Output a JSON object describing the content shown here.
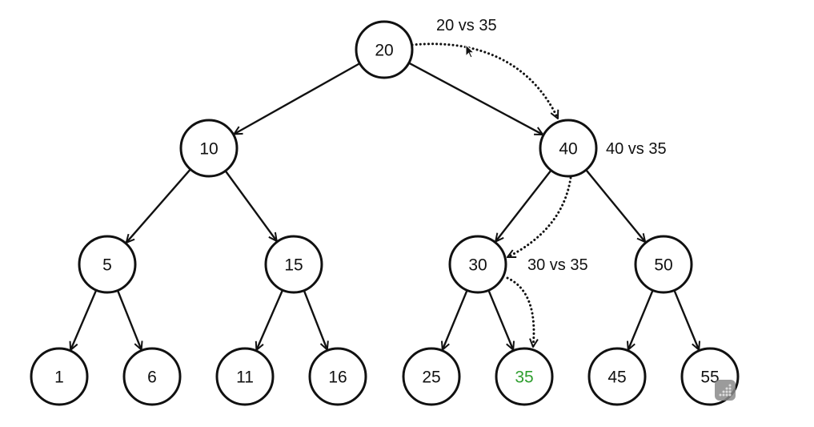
{
  "tree": {
    "nodes": [
      {
        "id": "n20",
        "label": "20"
      },
      {
        "id": "n10",
        "label": "10"
      },
      {
        "id": "n40",
        "label": "40"
      },
      {
        "id": "n5",
        "label": "5"
      },
      {
        "id": "n15",
        "label": "15"
      },
      {
        "id": "n30",
        "label": "30"
      },
      {
        "id": "n50",
        "label": "50"
      },
      {
        "id": "n1",
        "label": "1"
      },
      {
        "id": "n6",
        "label": "6"
      },
      {
        "id": "n11",
        "label": "11"
      },
      {
        "id": "n16",
        "label": "16"
      },
      {
        "id": "n25",
        "label": "25"
      },
      {
        "id": "n35",
        "label": "35",
        "highlight": true
      },
      {
        "id": "n45",
        "label": "45"
      },
      {
        "id": "n55",
        "label": "55"
      }
    ],
    "edges": [
      [
        "n20",
        "n10"
      ],
      [
        "n20",
        "n40"
      ],
      [
        "n10",
        "n5"
      ],
      [
        "n10",
        "n15"
      ],
      [
        "n40",
        "n30"
      ],
      [
        "n40",
        "n50"
      ],
      [
        "n5",
        "n1"
      ],
      [
        "n5",
        "n6"
      ],
      [
        "n15",
        "n11"
      ],
      [
        "n15",
        "n16"
      ],
      [
        "n30",
        "n25"
      ],
      [
        "n30",
        "n35"
      ],
      [
        "n50",
        "n45"
      ],
      [
        "n50",
        "n55"
      ]
    ],
    "search_path": [
      "n20",
      "n40",
      "n30",
      "n35"
    ]
  },
  "comparisons": [
    {
      "id": "cmp-20",
      "text": "20 vs 35"
    },
    {
      "id": "cmp-40",
      "text": "40 vs 35"
    },
    {
      "id": "cmp-30",
      "text": "30 vs 35"
    }
  ],
  "colors": {
    "line": "#111111",
    "highlight": "#2e9e2e",
    "background": "#ffffff"
  },
  "icons": [
    "mouse-cursor-icon",
    "resize-handle-icon"
  ]
}
